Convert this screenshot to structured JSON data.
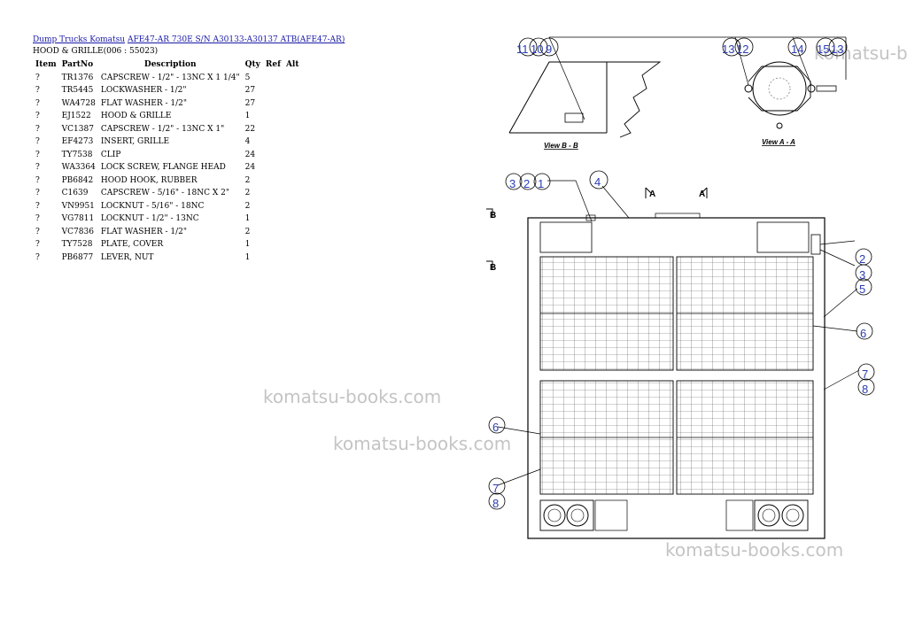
{
  "breadcrumb": {
    "link1": "Dump Trucks Komatsu",
    "link2": "AFE47-AR 730E S/N A30133-A30137 ATB(AFE47-AR)"
  },
  "page_title": "HOOD & GRILLE(006 : 55023)",
  "table": {
    "headers": [
      "Item",
      "PartNo",
      "Description",
      "Qty",
      "Ref",
      "Alt"
    ],
    "rows": [
      {
        "item": "?",
        "part": "TR1376",
        "desc": "CAPSCREW - 1/2\" - 13NC X 1 1/4\"",
        "qty": "5"
      },
      {
        "item": "?",
        "part": "TR5445",
        "desc": "LOCKWASHER - 1/2\"",
        "qty": "27"
      },
      {
        "item": "?",
        "part": "WA4728",
        "desc": "FLAT WASHER - 1/2\"",
        "qty": "27"
      },
      {
        "item": "?",
        "part": "EJ1522",
        "desc": "HOOD & GRILLE",
        "qty": "1"
      },
      {
        "item": "?",
        "part": "VC1387",
        "desc": "CAPSCREW - 1/2\" - 13NC X 1\"",
        "qty": "22"
      },
      {
        "item": "?",
        "part": "EF4273",
        "desc": "INSERT, GRILLE",
        "qty": "4"
      },
      {
        "item": "?",
        "part": "TY7538",
        "desc": "CLIP",
        "qty": "24"
      },
      {
        "item": "?",
        "part": "WA3364",
        "desc": "LOCK SCREW, FLANGE HEAD",
        "qty": "24"
      },
      {
        "item": "?",
        "part": "PB6842",
        "desc": "HOOD HOOK, RUBBER",
        "qty": "2"
      },
      {
        "item": "?",
        "part": "C1639",
        "desc": "CAPSCREW - 5/16\" - 18NC X 2\"",
        "qty": "2"
      },
      {
        "item": "?",
        "part": "VN9951",
        "desc": "LOCKNUT - 5/16\" - 18NC",
        "qty": "2"
      },
      {
        "item": "?",
        "part": "VG7811",
        "desc": "LOCKNUT - 1/2\" - 13NC",
        "qty": "1"
      },
      {
        "item": "?",
        "part": "VC7836",
        "desc": "FLAT WASHER - 1/2\"",
        "qty": "2"
      },
      {
        "item": "?",
        "part": "TY7528",
        "desc": "PLATE, COVER",
        "qty": "1"
      },
      {
        "item": "?",
        "part": "PB6877",
        "desc": "LEVER, NUT",
        "qty": "1"
      }
    ]
  },
  "watermarks": [
    "komatsu-books.com",
    "komatsu-books.com",
    "komatsu-books.com",
    "komatsu-b"
  ],
  "diagram": {
    "view_b_label": "View B - B",
    "view_a_label": "View A - A",
    "section_marks": [
      "A",
      "A",
      "B",
      "B"
    ],
    "callouts": [
      "11",
      "10",
      "9",
      "13",
      "12",
      "14",
      "15",
      "13",
      "3",
      "2",
      "1",
      "4",
      "2",
      "3",
      "5",
      "6",
      "7",
      "8",
      "6",
      "7",
      "8"
    ]
  }
}
